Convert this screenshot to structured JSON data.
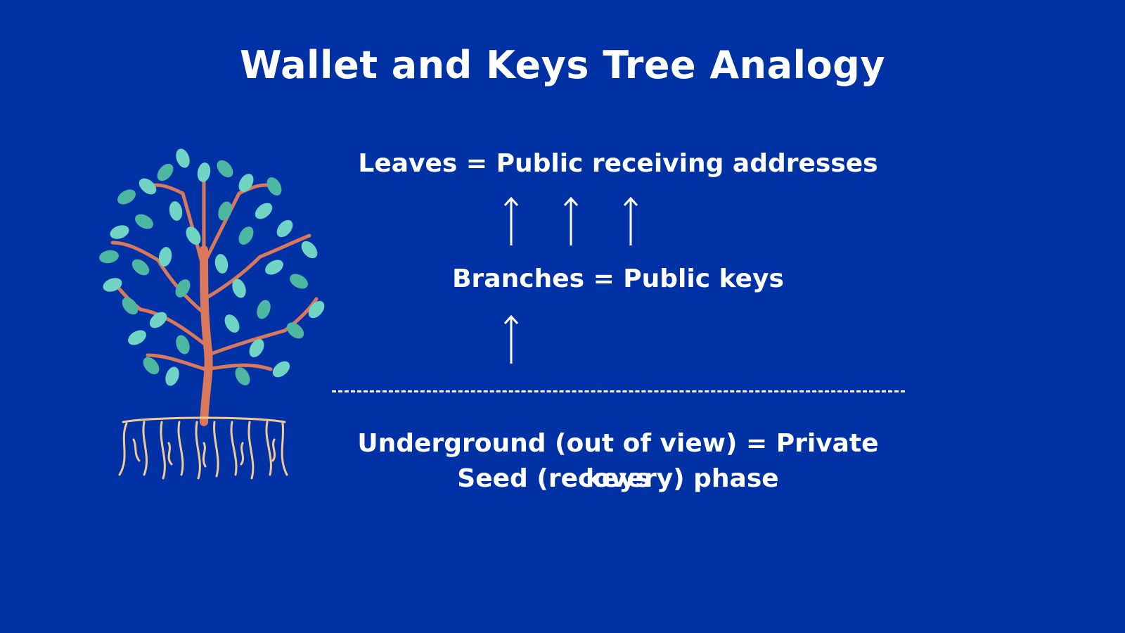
{
  "slide": {
    "title": "Wallet and Keys Tree Analogy",
    "background_color": "#0032A6",
    "labels": {
      "leaves": "Leaves = Public receiving addresses",
      "branches": "Branches = Public keys",
      "underground": "Underground (out of view) = Private keys",
      "seed": "Seed (recovery) phase"
    },
    "icons": {
      "tree": "tree-with-roots-icon",
      "arrow": "arrow-up-icon"
    },
    "colors": {
      "text": "#FFFFFF",
      "leaf": "#6FD4C4",
      "leaf_dark": "#4DB7A2",
      "branch": "#D9785A",
      "roots": "#F2C98F"
    }
  }
}
